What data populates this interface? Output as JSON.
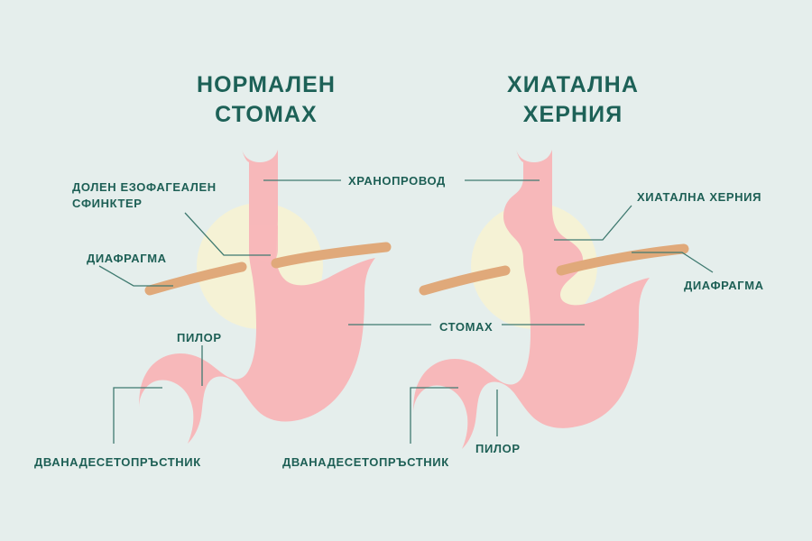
{
  "illustration": {
    "subject": "Сравнение между нормален стомах и хиатална херния",
    "language": "bg"
  },
  "palette": {
    "background": "#e5eeec",
    "text": "#1d5f55",
    "title": "#1d6157",
    "organ_fill": "#f7b8ba",
    "organ_fill_light": "#f9c6c6",
    "diaphragm": "#e0a97a",
    "glow": "#f5f2d5",
    "leader_line": "#3f7a70"
  },
  "titles": {
    "left": "НОРМАЛЕН\nСТОМАХ",
    "right": "ХИАТАЛНА\nХЕРНИЯ"
  },
  "labels": {
    "lower_esophageal_sphincter": "ДОЛЕН ЕЗОФАГЕАЛЕН\nСФИНКТЕР",
    "diaphragm_left": "ДИАФРАГМА",
    "esophagus": "ХРАНОПРОВОД",
    "hiatal_hernia": "ХИАТАЛНА ХЕРНИЯ",
    "diaphragm_right": "ДИАФРАГМА",
    "stomach": "СТОМАХ",
    "pylorus_left": "ПИЛОР",
    "pylorus_right": "ПИЛОР",
    "duodenum_left": "ДВАНАДЕСЕТОПРЪСТНИК",
    "duodenum_right": "ДВАНАДЕСЕТОПРЪСТНИК"
  }
}
